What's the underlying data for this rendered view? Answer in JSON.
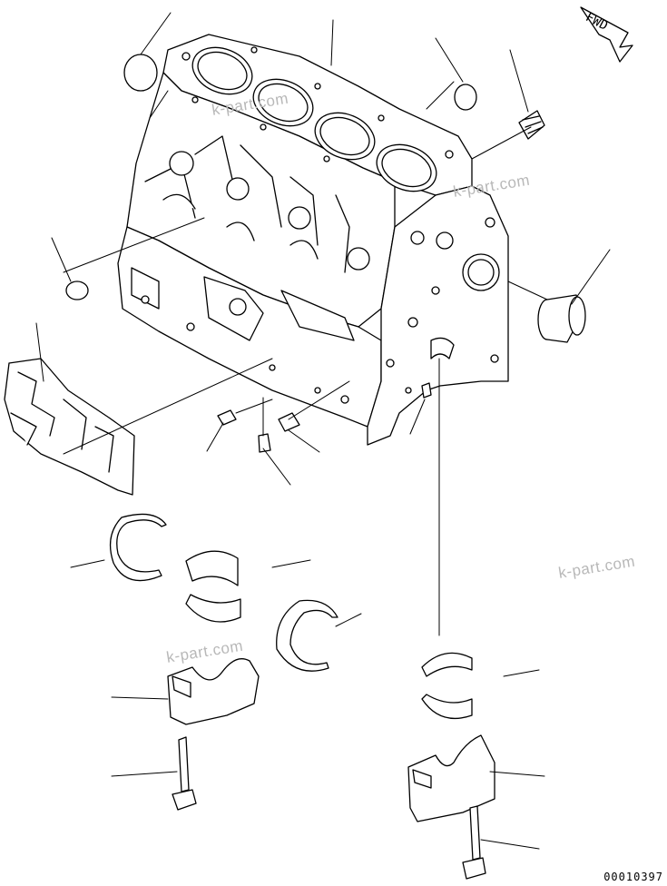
{
  "direction_marker": {
    "label": "FWD"
  },
  "drawing_number": "00010397",
  "watermarks": [
    "k-part.com",
    "k-part.com",
    "k-part.com",
    "k-part.com"
  ]
}
